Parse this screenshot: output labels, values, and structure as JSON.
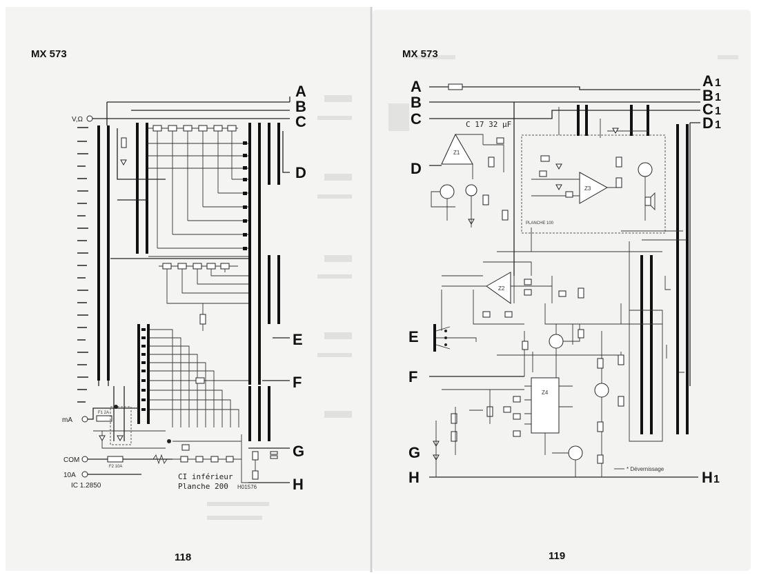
{
  "left_page": {
    "model": "MX 573",
    "page_number": "118",
    "bus_labels": [
      "A",
      "B",
      "C",
      "D",
      "E",
      "F",
      "G",
      "H"
    ],
    "terminals": {
      "vohm": "V,Ω",
      "mA": "mA",
      "com": "COM",
      "ten_A": "10A"
    },
    "fuse_1": "F1 2A",
    "fuse_2": "F2 10A",
    "board_note_line1": "CI inférieur",
    "board_note_line2": "Planche 200",
    "board_ref": "H01576",
    "ic_ref": "IC 1.2850"
  },
  "right_page": {
    "model": "MX 573",
    "page_number": "119",
    "bus_labels_left": [
      "A",
      "B",
      "C",
      "D",
      "E",
      "F",
      "G",
      "H"
    ],
    "bus_labels_right": [
      "A",
      "B",
      "C",
      "D",
      "H"
    ],
    "bus_label_suffix": "1",
    "capacitor_note": "C 17 32 µF",
    "opamp_labels": [
      "Z1",
      "Z2",
      "Z3",
      "Z4"
    ],
    "legend_note": "* Dévernissage",
    "board_note": "PLANCHE 100"
  },
  "colors": {
    "paper": "#f3f3f1",
    "ink": "#222222",
    "background": "#ffffff"
  }
}
